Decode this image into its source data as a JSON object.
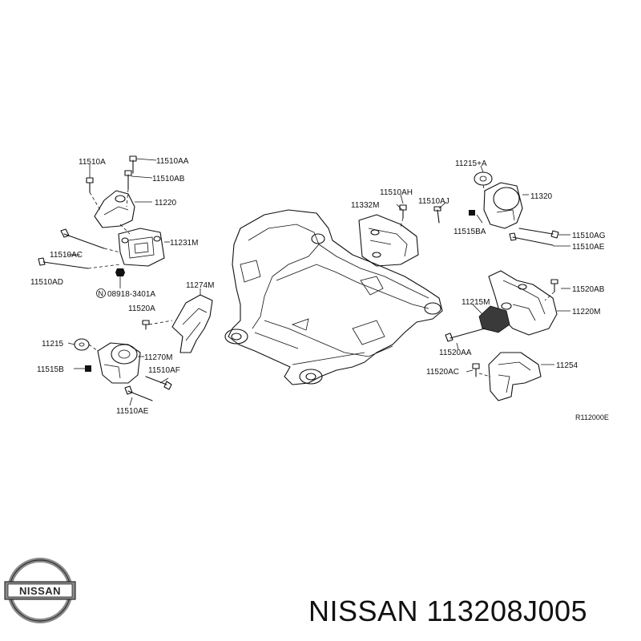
{
  "callouts": {
    "c11510A": "11510A",
    "c11510AA": "11510AA",
    "c11510AB": "11510AB",
    "c11220": "11220",
    "c11231M": "11231M",
    "c11510AC": "11510AC",
    "c11510AD": "11510AD",
    "c08918": "08918-3401A",
    "c08918_prefix": "N",
    "c11274M": "11274M",
    "c11520A": "11520A",
    "c11215_left": "11215",
    "c11270M": "11270M",
    "c11515B": "11515B",
    "c11510AF": "11510AF",
    "c11510AE_left": "11510AE",
    "c11510AH": "11510AH",
    "c11332M": "11332M",
    "c11510AJ": "11510AJ",
    "c11215A": "11215+A",
    "c11320": "11320",
    "c11515BA": "11515BA",
    "c11510AG": "11510AG",
    "c11510AE_right": "11510AE",
    "c11520AB": "11520AB",
    "c11215M": "11215M",
    "c11220M": "11220M",
    "c11520AA": "11520AA",
    "c11520AC": "11520AC",
    "c11254": "11254"
  },
  "diagram_ref": "R112000E",
  "logo_text": "NISSAN",
  "caption": "NISSAN 113208J005",
  "colors": {
    "ink": "#111111",
    "logo_grey": "#8a8a8a",
    "logo_dark": "#2b2b2b"
  }
}
